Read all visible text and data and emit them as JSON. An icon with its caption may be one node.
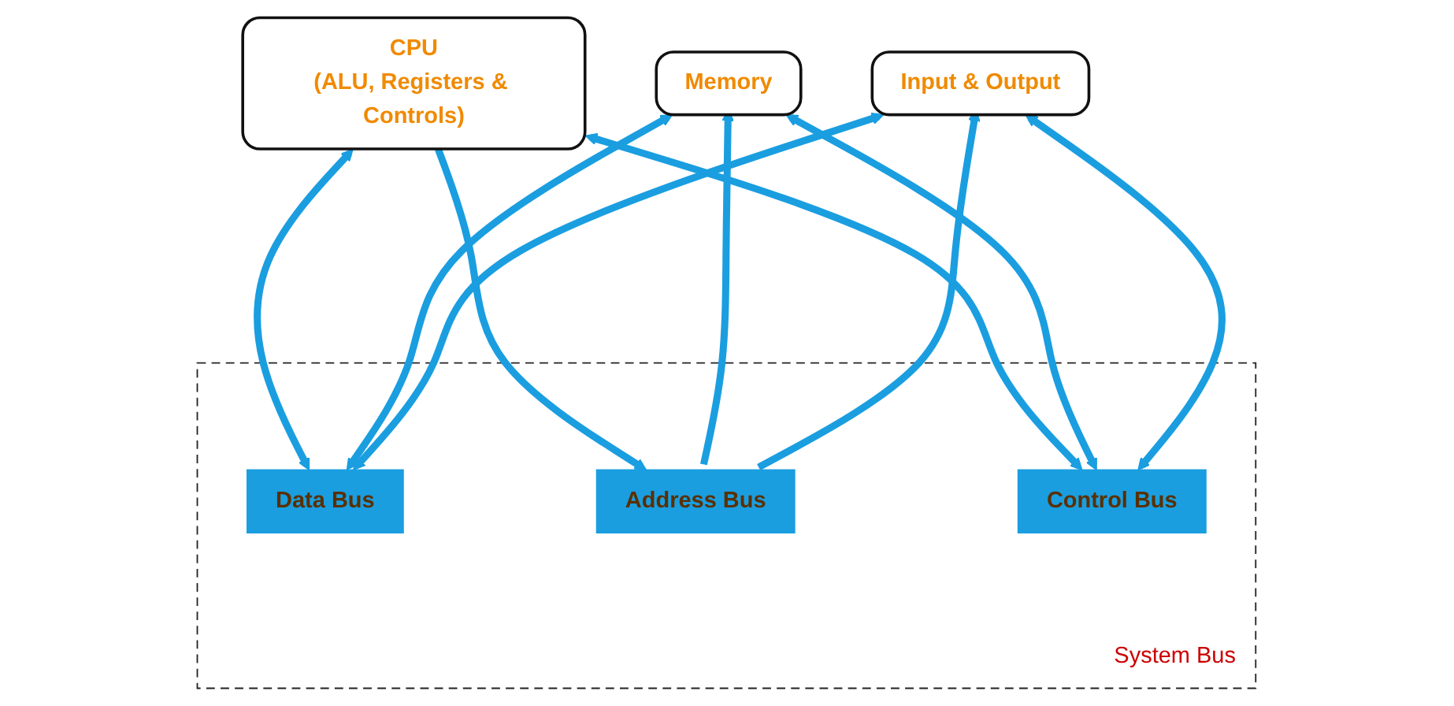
{
  "diagram": {
    "nodes": [
      {
        "text": [
          "CPU",
          "(ALU, Registers & Controls)"
        ]
      },
      {
        "text": [
          "Memory"
        ]
      },
      {
        "text": [
          "Input & Output"
        ]
      },
      {
        "text": [
          "System Bus"
        ]
      },
      {
        "text": [
          "Data Bus"
        ],
        "in": 3
      },
      {
        "text": [
          "Address Bus"
        ],
        "in": 3
      },
      {
        "text": [
          "Control Bus"
        ],
        "in": 3
      }
    ],
    "edges": [
      {
        "from": 0,
        "to": 4,
        "arrow": "both"
      },
      {
        "from": 0,
        "to": 5,
        "arrow": "to"
      },
      {
        "from": 0,
        "to": 6,
        "arrow": "both"
      },
      {
        "from": 1,
        "to": 4,
        "arrow": "both"
      },
      {
        "from": 5,
        "to": 1,
        "arrow": "to"
      },
      {
        "from": 1,
        "to": 6,
        "arrow": "both"
      },
      {
        "from": 2,
        "to": 4,
        "arrow": "both"
      },
      {
        "from": 5,
        "to": 2,
        "arrow": "to"
      },
      {
        "from": 2,
        "to": 6,
        "arrow": "both"
      }
    ]
  }
}
